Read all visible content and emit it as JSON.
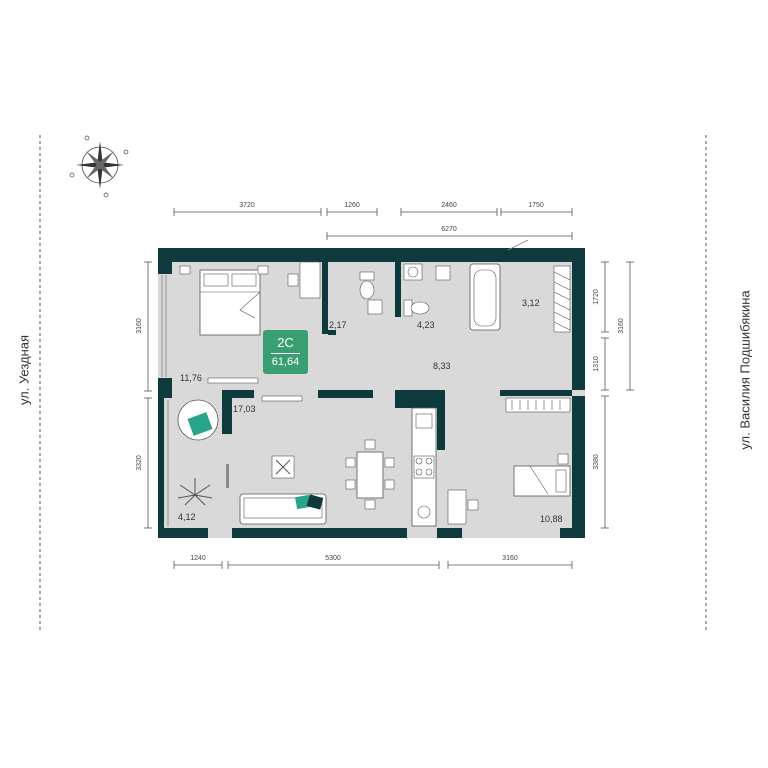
{
  "streets": {
    "left": "ул. Уездная",
    "right": "ул. Василия Подшибякина"
  },
  "badge": {
    "type": "2С",
    "area": "61,64"
  },
  "dimensions": {
    "top_row1": [
      "3720",
      "1260",
      "2460",
      "1750"
    ],
    "top_row2": "6270",
    "bottom": [
      "1240",
      "5300",
      "3160"
    ],
    "left": [
      "3160",
      "3320"
    ],
    "right_inner": [
      "1720",
      "1310",
      "3380"
    ],
    "right_outer": "3160"
  },
  "rooms": {
    "bedroom_1": "11,76",
    "toilet": "2,17",
    "bathroom": "4,23",
    "wardrobe": "3,12",
    "hall": "8,33",
    "living": "17,03",
    "loggia": "4,12",
    "bedroom_2": "10,88"
  },
  "colors": {
    "wall": "#0e3a3e",
    "floor": "#d9d9d9",
    "badge": "#3a9e73",
    "accent": "#2aa58b"
  },
  "icons": [
    "compass-icon",
    "bed-icon",
    "sofa-icon",
    "dining-table-icon",
    "stove-icon",
    "sink-icon",
    "bathtub-icon",
    "toilet-icon",
    "plant-icon",
    "armchair-icon",
    "rug-icon"
  ]
}
